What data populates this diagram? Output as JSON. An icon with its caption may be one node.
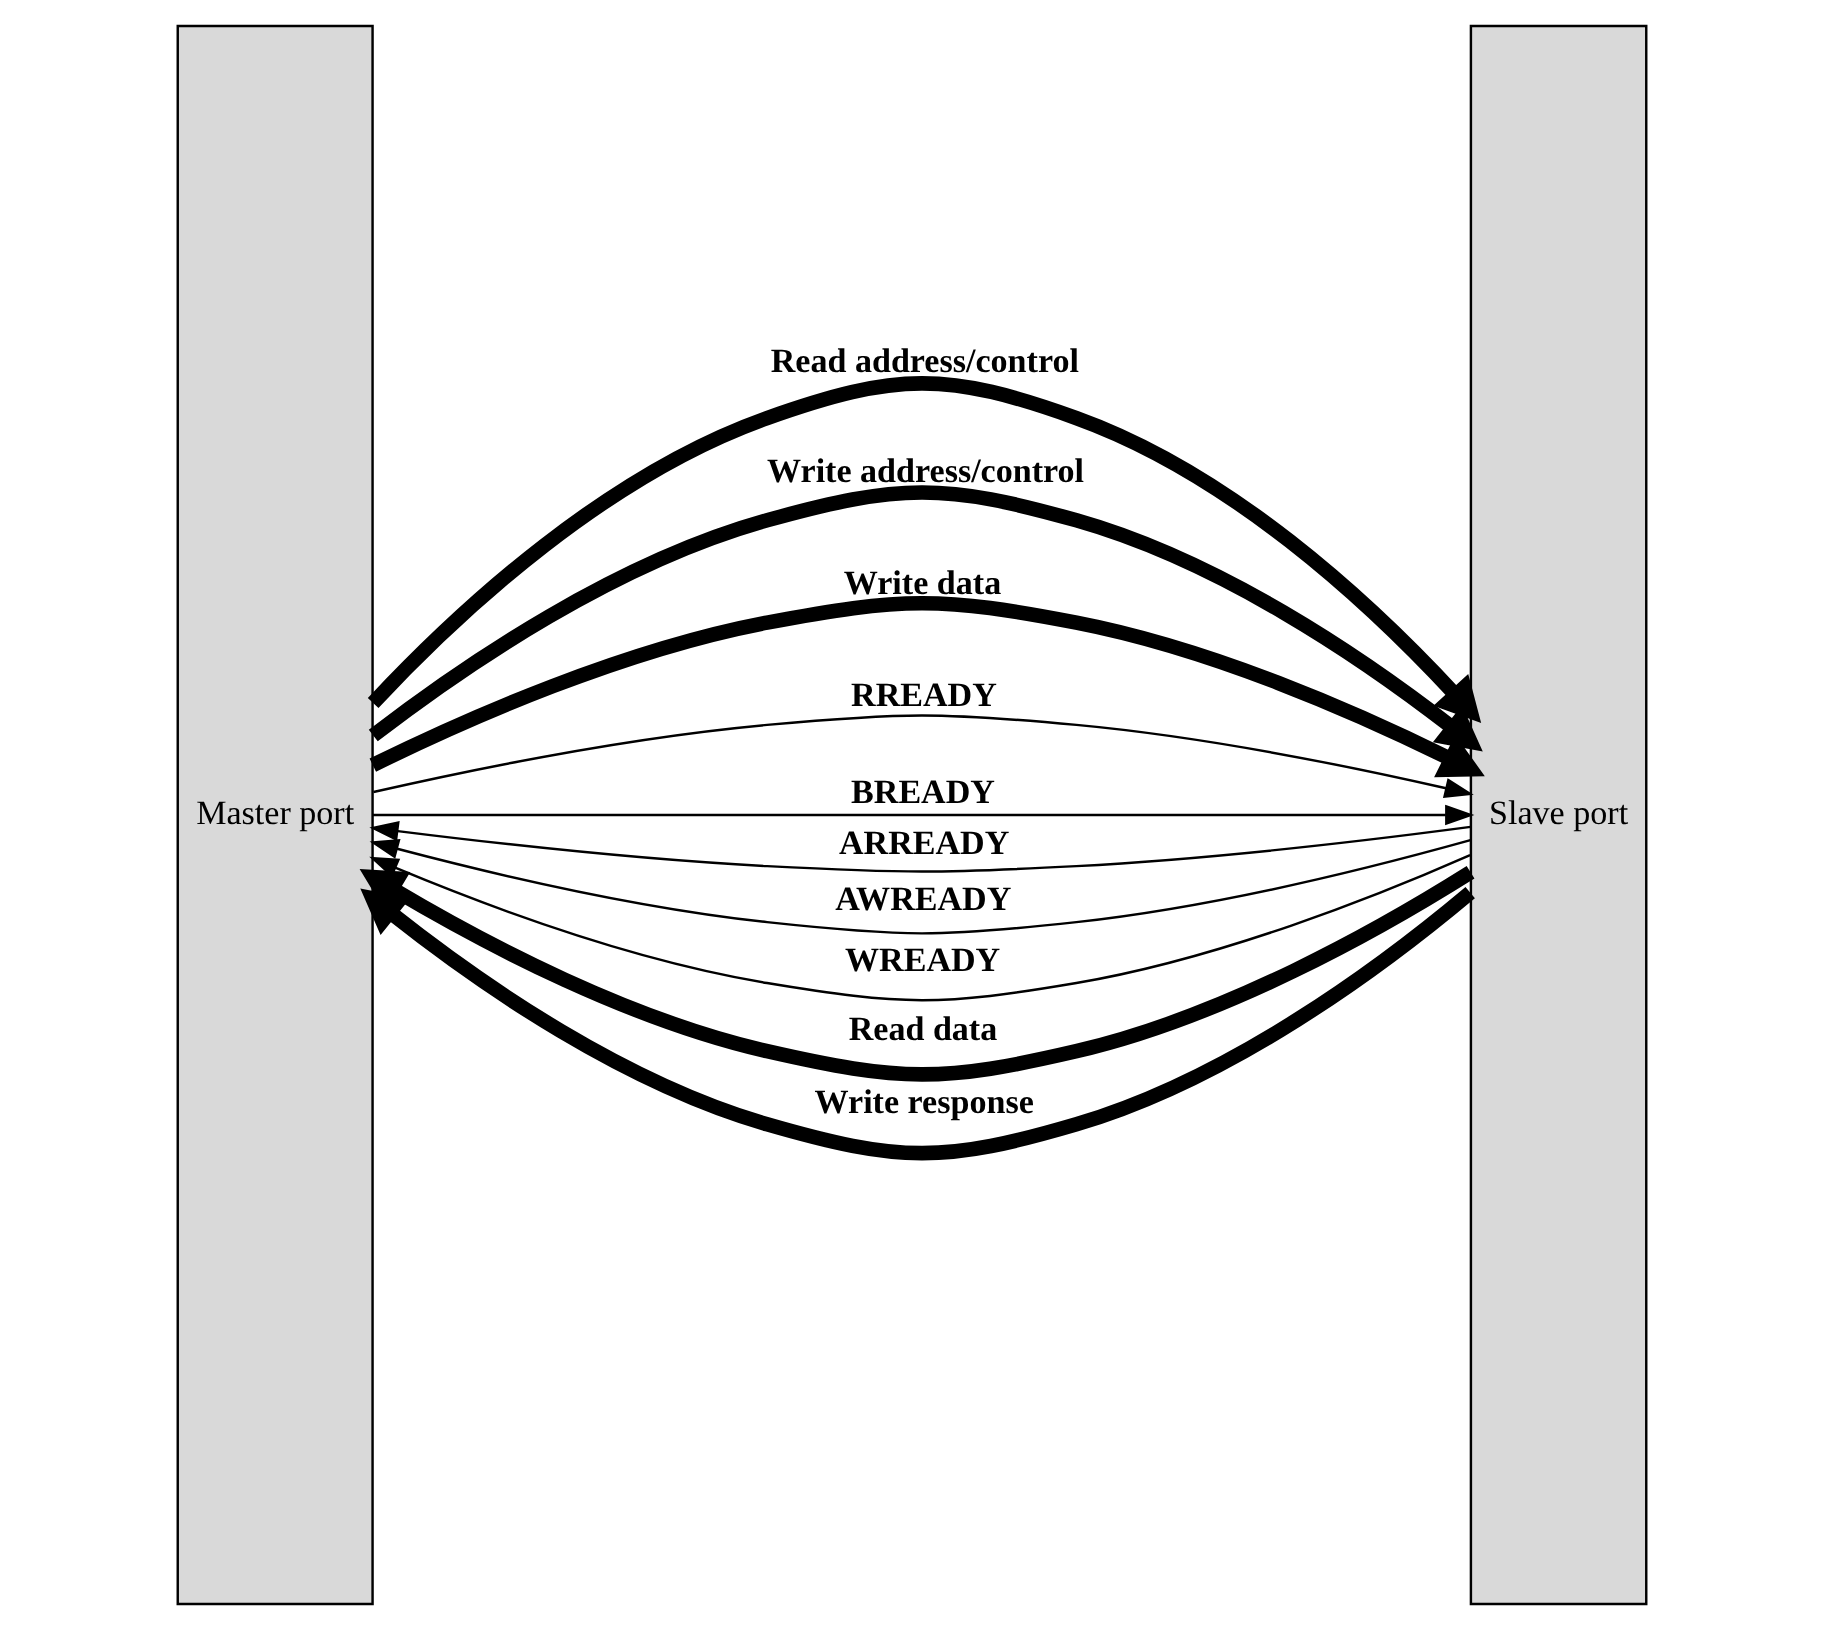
{
  "diagram": {
    "nodes": [
      {
        "text": [
          "Master port"
        ]
      },
      {
        "text": [
          "Slave port"
        ]
      }
    ],
    "edges": [
      {
        "from": 0,
        "to": 1,
        "arrow": "to",
        "label": "Read address/control",
        "style": "thick"
      },
      {
        "from": 1,
        "to": 0,
        "arrow": "to",
        "label": "ARREADY"
      },
      {
        "from": 0,
        "to": 1,
        "arrow": "to",
        "label": "Write address/control",
        "style": "thick"
      },
      {
        "from": 1,
        "to": 0,
        "arrow": "to",
        "label": "AWREADY"
      },
      {
        "from": 0,
        "to": 1,
        "arrow": "to",
        "label": "Write data",
        "style": "thick"
      },
      {
        "from": 1,
        "to": 0,
        "arrow": "to",
        "label": "WREADY"
      },
      {
        "from": 1,
        "to": 0,
        "arrow": "to",
        "label": "Read data",
        "style": "thick"
      },
      {
        "from": 0,
        "to": 1,
        "arrow": "to",
        "label": "RREADY"
      },
      {
        "from": 1,
        "to": 0,
        "arrow": "to",
        "label": "Write response",
        "style": "thick"
      },
      {
        "from": 0,
        "to": 1,
        "arrow": "to",
        "label": "BREADY"
      }
    ]
  }
}
